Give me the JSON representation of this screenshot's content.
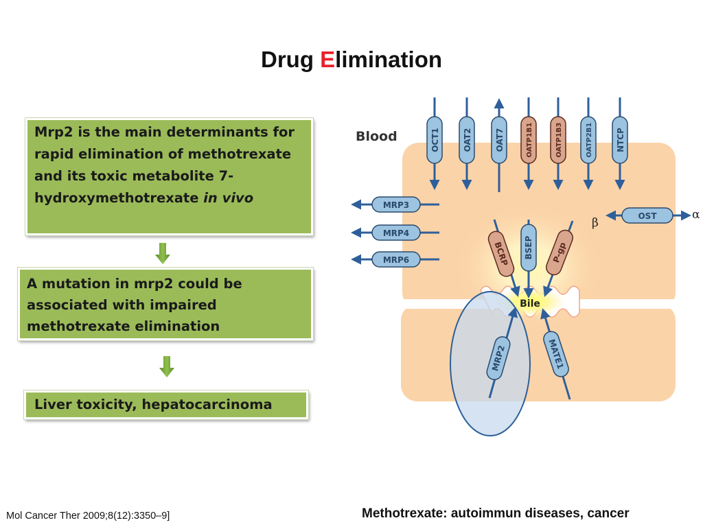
{
  "title": {
    "before": "Drug ",
    "accent": "E",
    "after": "limination"
  },
  "flow": {
    "box1": {
      "text": "Mrp2 is the main determinants for rapid elimination of methotrexate and its toxic metabolite 7-hydroxymethotrexate ",
      "emph": "in vivo"
    },
    "box2": {
      "text": "A mutation in mrp2 could be associated with impaired methotrexate elimination"
    },
    "box3": {
      "text": "Liver toxicity, hepatocarcinoma"
    }
  },
  "diagram": {
    "blood_label": "Blood",
    "bile_label": "Bile",
    "alpha_label": "α",
    "beta_label": "β",
    "uptake_transporters": [
      "OCT1",
      "OAT2",
      "OAT7",
      "OATP1B1",
      "OATP1B3",
      "OATP2B1",
      "NTCP"
    ],
    "basolateral_efflux": [
      "MRP3",
      "MRP4",
      "MRP6"
    ],
    "ost": "OST",
    "canalicular": [
      "BCRP",
      "BSEP",
      "P-gp"
    ],
    "lower": [
      "MRP2",
      "MATE1"
    ]
  },
  "footer": {
    "citation": "Mol Cancer Ther 2009;8(12):3350–9]",
    "caption": "Methotrexate: autoimmun diseases, cancer"
  },
  "colors": {
    "box_green": "#9bbb59",
    "arrow_green": "#77a83a",
    "title_accent": "#e8202a",
    "transporter_blue": "#9cc3e0",
    "transporter_brown": "#d9a58c",
    "cell_orange": "#fbd3a8",
    "arrow_blue": "#2e5f9a"
  }
}
